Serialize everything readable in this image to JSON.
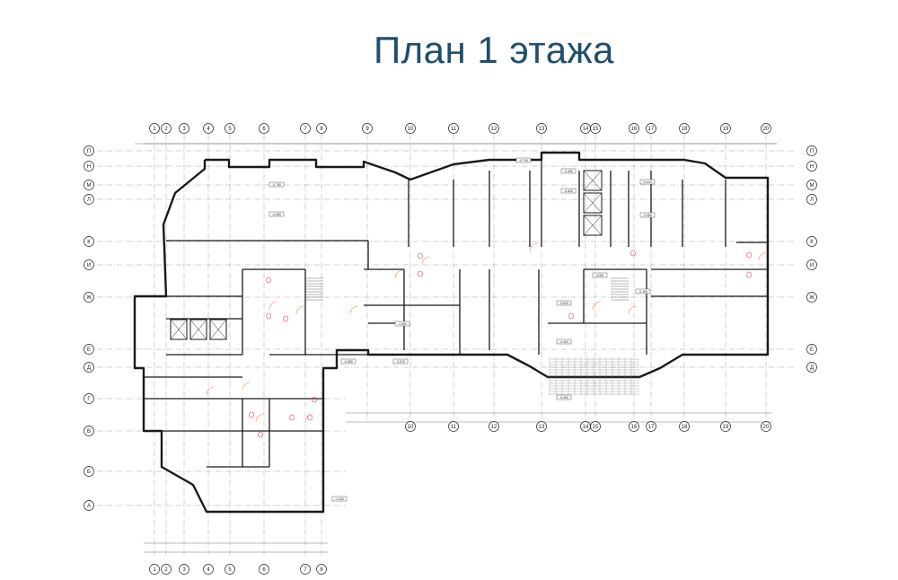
{
  "slide": {
    "title": "План 1 этажа"
  },
  "plan": {
    "columns_top": [
      "1",
      "2",
      "3",
      "4",
      "5",
      "6",
      "7",
      "8",
      "9",
      "10",
      "11",
      "12",
      "13",
      "14",
      "15",
      "16",
      "17",
      "18",
      "19",
      "20"
    ],
    "columns_mid": [
      "10",
      "11",
      "12",
      "13",
      "14",
      "15",
      "16",
      "17",
      "18",
      "19",
      "20"
    ],
    "columns_bottom": [
      "1",
      "2",
      "3",
      "4",
      "5",
      "6",
      "7",
      "8"
    ],
    "rows_left": [
      "П",
      "Н",
      "М",
      "Л",
      "К",
      "И",
      "Ж",
      "Е",
      "Д",
      "Г",
      "В",
      "Б",
      "А"
    ],
    "rows_right": [
      "П",
      "Н",
      "М",
      "Л",
      "К",
      "И",
      "Ж",
      "Е",
      "Д"
    ],
    "level_marks": [
      "-0.750",
      "-0.550",
      "-0.700",
      "-0.450",
      "-0.600",
      "+0.420",
      "-0.050",
      "0.000",
      "-0.150",
      "-0.620",
      "-0.420",
      "-0.470",
      "-0.650",
      "-1.050",
      "-0.250",
      "-2.420"
    ]
  },
  "colors": {
    "title": "#1f4e6e",
    "wall": "#1a1a1a",
    "grid": "#8a8a8a",
    "accent": "#d44a8a",
    "door": "#e88a6a"
  }
}
